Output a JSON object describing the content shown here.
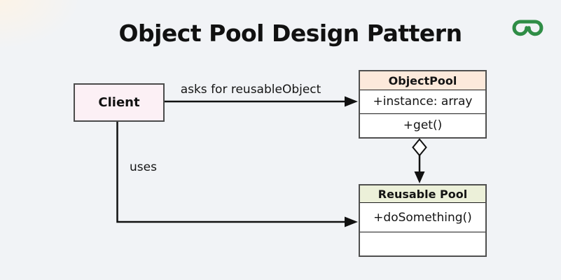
{
  "page": {
    "title": "Object Pool Design Pattern",
    "background_color": "#f1f3f6",
    "text_color": "#111111"
  },
  "logo": {
    "name": "GeeksforGeeks",
    "color": "#2f8d46"
  },
  "diagram": {
    "client": {
      "title": "Client",
      "fill_color": "#fcf0f5",
      "border_color": "#4b4b4b"
    },
    "object_pool": {
      "title": "ObjectPool",
      "header_fill_color": "#fce9db",
      "rows": [
        "+instance: array",
        "+get()"
      ]
    },
    "reusable_pool": {
      "title": "Reusable Pool",
      "header_fill_color": "#ecf0d9",
      "rows": [
        "+doSomething()",
        ""
      ]
    },
    "edges": {
      "asks": {
        "label": "asks for reusableObject",
        "from": "Client",
        "to": "ObjectPool",
        "style": "solid-line-filled-arrow"
      },
      "uses": {
        "label": "uses",
        "from": "Client",
        "to": "Reusable Pool",
        "style": "solid-line-filled-arrow"
      },
      "aggregation": {
        "label": "",
        "from": "ObjectPool",
        "to": "Reusable Pool",
        "style": "open-diamond-filled-arrow"
      }
    },
    "arrow_color": "#111111"
  }
}
